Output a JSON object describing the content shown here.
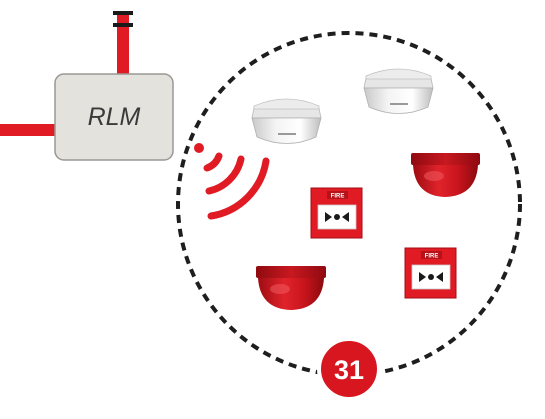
{
  "rlm_label": "RLM",
  "loop_count": "31",
  "call_point_label": "FIRE",
  "devices": [
    {
      "type": "white-detector"
    },
    {
      "type": "white-detector"
    },
    {
      "type": "red-sounder"
    },
    {
      "type": "red-sounder"
    },
    {
      "type": "manual-call-point"
    },
    {
      "type": "manual-call-point"
    }
  ],
  "colors": {
    "cable": "#e01b24",
    "module_fill": "#e4e2dc",
    "module_border": "#9a9894",
    "loop_line": "#1e1e1e",
    "badge": "#d7161f",
    "signal": "#e01b24"
  }
}
